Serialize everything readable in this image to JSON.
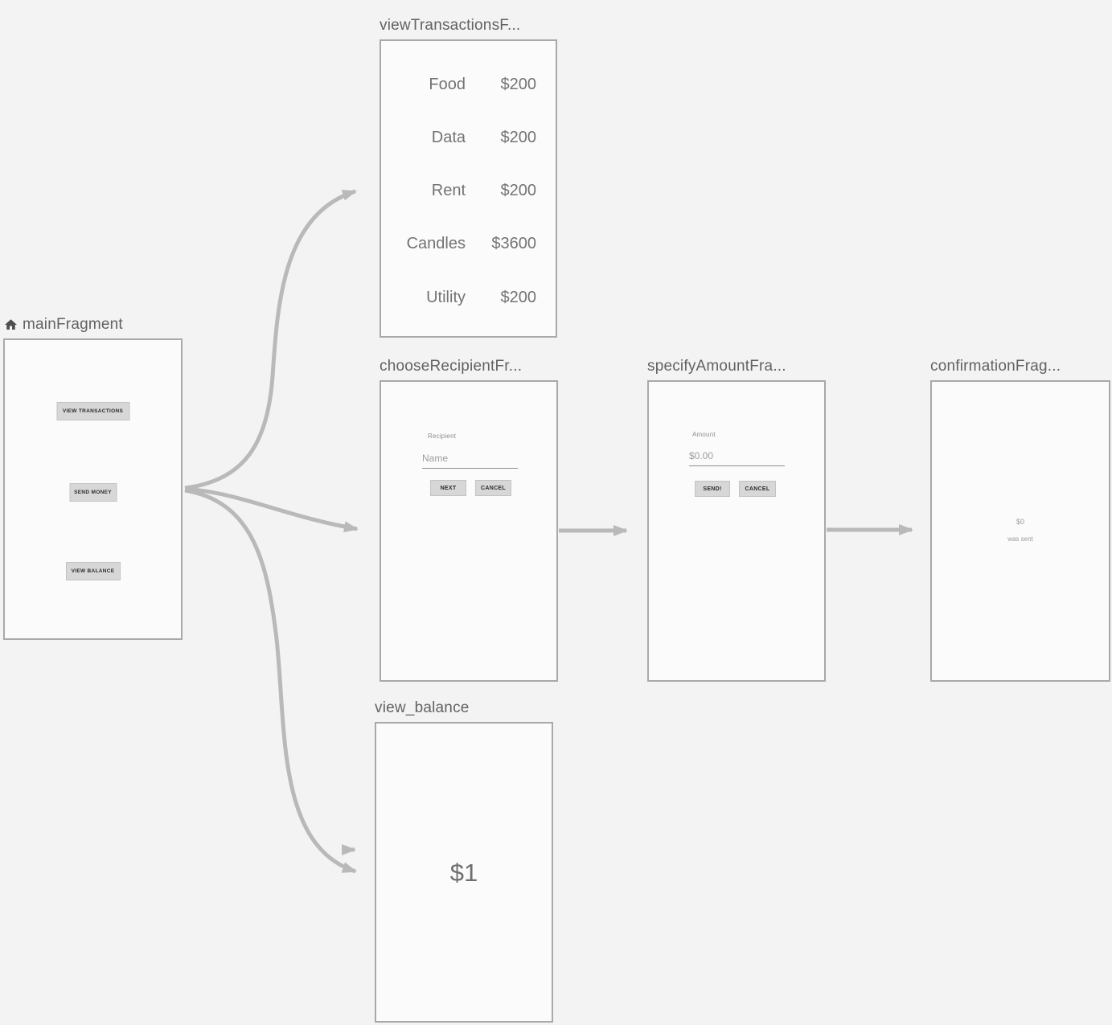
{
  "editor": {
    "type": "navigation-graph",
    "colors": {
      "canvas_bg": "#f4f3f3",
      "panel_bg": "#fbfbfb",
      "panel_border": "#a9a9a9",
      "arrow": "#b9b9b9",
      "title_text": "#626262",
      "preview_text": "#737373",
      "button_bg": "#d7d7d7"
    },
    "icons": {
      "start_destination": "home-icon"
    }
  },
  "fragments": {
    "main": {
      "title": "mainFragment",
      "buttons": [
        "VIEW TRANSACTIONS",
        "SEND MONEY",
        "VIEW BALANCE"
      ]
    },
    "view_transactions": {
      "title": "viewTransactionsF...",
      "rows": [
        {
          "category": "Food",
          "amount": "$200"
        },
        {
          "category": "Data",
          "amount": "$200"
        },
        {
          "category": "Rent",
          "amount": "$200"
        },
        {
          "category": "Candles",
          "amount": "$3600"
        },
        {
          "category": "Utility",
          "amount": "$200"
        }
      ]
    },
    "choose_recipient": {
      "title": "chooseRecipientFr...",
      "field_label": "Recipient",
      "input_value": "Name",
      "next_button": "NEXT",
      "cancel_button": "CANCEL"
    },
    "specify_amount": {
      "title": "specifyAmountFra...",
      "field_label": "Amount",
      "input_value": "$0.00",
      "send_button": "SEND!",
      "cancel_button": "CANCEL"
    },
    "confirmation": {
      "title": "confirmationFrag...",
      "amount": "$0",
      "message": "was sent"
    },
    "view_balance": {
      "title": "view_balance",
      "balance": "$1"
    }
  }
}
